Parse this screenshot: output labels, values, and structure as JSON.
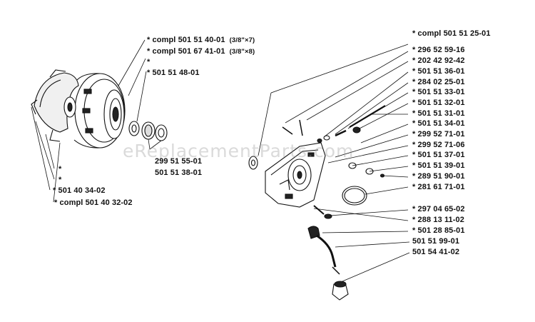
{
  "watermark": "eReplacementParts.com",
  "left_assembly": {
    "labels": [
      {
        "text": "* compl 501 51 40-01",
        "size": "(3/8\"×7)"
      },
      {
        "text": "* compl 501 67 41-01",
        "size": "(3/8\"×8)"
      },
      {
        "text": "*",
        "size": ""
      },
      {
        "text": "* 501 51 48-01",
        "size": ""
      },
      {
        "text": "299 51 55-01",
        "size": ""
      },
      {
        "text": "501 51 38-01",
        "size": ""
      },
      {
        "text": "*",
        "size": ""
      },
      {
        "text": "*",
        "size": ""
      },
      {
        "text": "* 501 40 34-02",
        "size": ""
      },
      {
        "text": "* compl 501 40 32-02",
        "size": ""
      }
    ]
  },
  "right_assembly": {
    "labels": [
      "* compl 501 51 25-01",
      "* 296 52 59-16",
      "* 202 42 92-42",
      "* 501 51 36-01",
      "* 284 02 25-01",
      "* 501 51 33-01",
      "* 501 51 32-01",
      "* 501 51 31-01",
      "* 501 51 34-01",
      "* 299 52 71-01",
      "* 299 52 71-06",
      "* 501 51 37-01",
      "* 501 51 39-01",
      "* 289 51 90-01",
      "* 281 61 71-01",
      "* 297 04 65-02",
      "* 288 13 11-02",
      "* 501 28 85-01",
      "501 51 99-01",
      "501 54 41-02"
    ]
  }
}
